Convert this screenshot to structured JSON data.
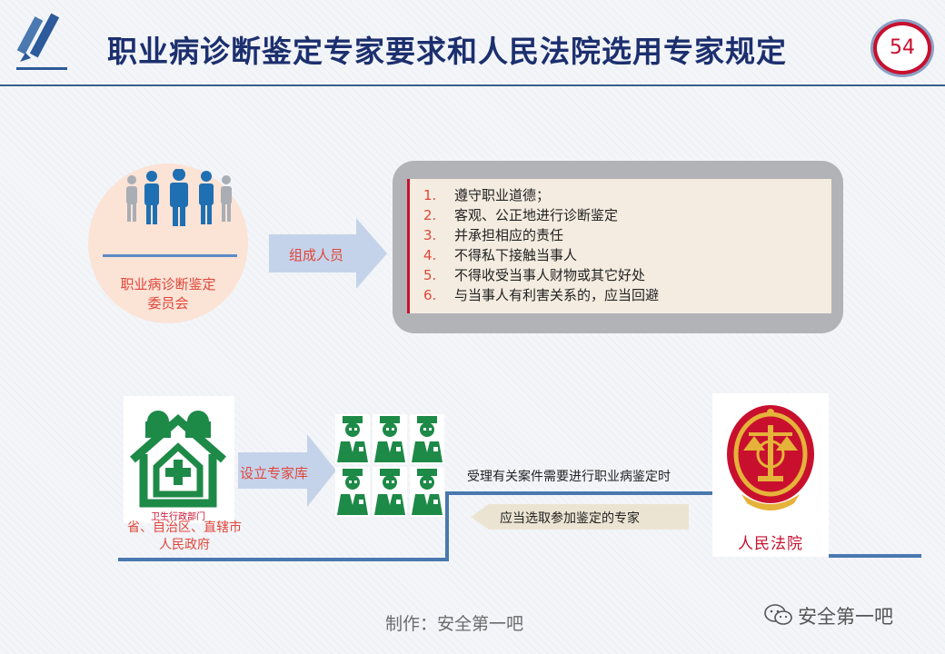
{
  "header": {
    "title": "职业病诊断鉴定专家要求和人民法院选用专家规定",
    "page_number": "54",
    "icon": "pen-icon"
  },
  "committee": {
    "label_line1": "职业病诊断鉴定",
    "label_line2": "委员会",
    "icon": "people-group-icon"
  },
  "arrow_compose": {
    "label": "组成人员"
  },
  "rules": [
    {
      "num": "1.",
      "text": "遵守职业道德；"
    },
    {
      "num": "2.",
      "text": "客观、公正地进行诊断鉴定"
    },
    {
      "num": "3.",
      "text": "并承担相应的责任"
    },
    {
      "num": "4.",
      "text": "不得私下接触当事人"
    },
    {
      "num": "5.",
      "text": "不得收受当事人财物或其它好处"
    },
    {
      "num": "6.",
      "text": "与当事人有利害关系的，应当回避"
    }
  ],
  "health_dept": {
    "caption": "卫生行政部门",
    "label_line1": "省、自治区、直辖市",
    "label_line2": "人民政府"
  },
  "arrow_expert": {
    "label": "设立专家库"
  },
  "flow": {
    "accept_text": "受理有关案件需要进行职业病鉴定时",
    "select_text": "应当选取参加鉴定的专家"
  },
  "court": {
    "label": "人民法院"
  },
  "footer": {
    "credit": "制作：安全第一吧",
    "watermark": "安全第一吧"
  },
  "colors": {
    "title": "#1c2f6e",
    "accent_red": "#e0463a",
    "seal_red": "#c8102e",
    "health_green": "#1d8a47",
    "flow_blue": "#4a78b0"
  }
}
